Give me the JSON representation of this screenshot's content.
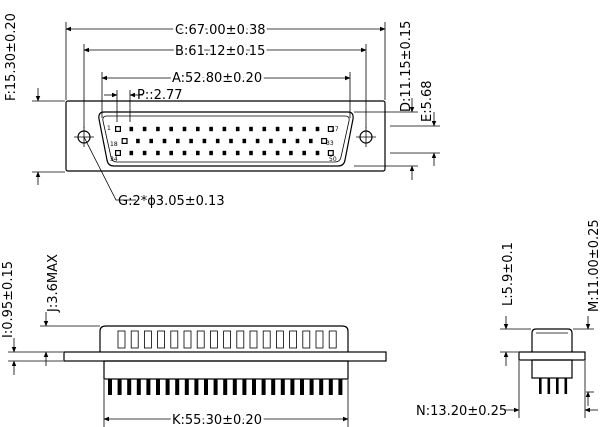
{
  "front_view": {
    "dim_c": "C:67.00±0.38",
    "dim_b": "B:61.12±0.15",
    "dim_a": "A:52.80±0.20",
    "dim_p": "P::2.77",
    "dim_f": "F:15.30±0.20",
    "dim_d": "D:11.15±0.15",
    "dim_e": "E:5.68",
    "dim_g": "G:2*ϕ3.05±0.13",
    "pin_labels": {
      "p1": "1",
      "p17": "17",
      "p18": "18",
      "p33": "33",
      "p34": "34",
      "p50": "50"
    },
    "pin_rows": [
      17,
      16,
      17
    ]
  },
  "side_view": {
    "dim_j": "J:3.6MAX",
    "dim_i": "I:0.95±0.15",
    "dim_k": "K:55.30±0.20",
    "shell_slots": 17,
    "terminal_count": 25
  },
  "end_view": {
    "dim_l": "L:5.9±0.1",
    "dim_m": "M:11.00±0.25",
    "dim_n": "N:13.20±0.25",
    "leg_count": 4
  }
}
